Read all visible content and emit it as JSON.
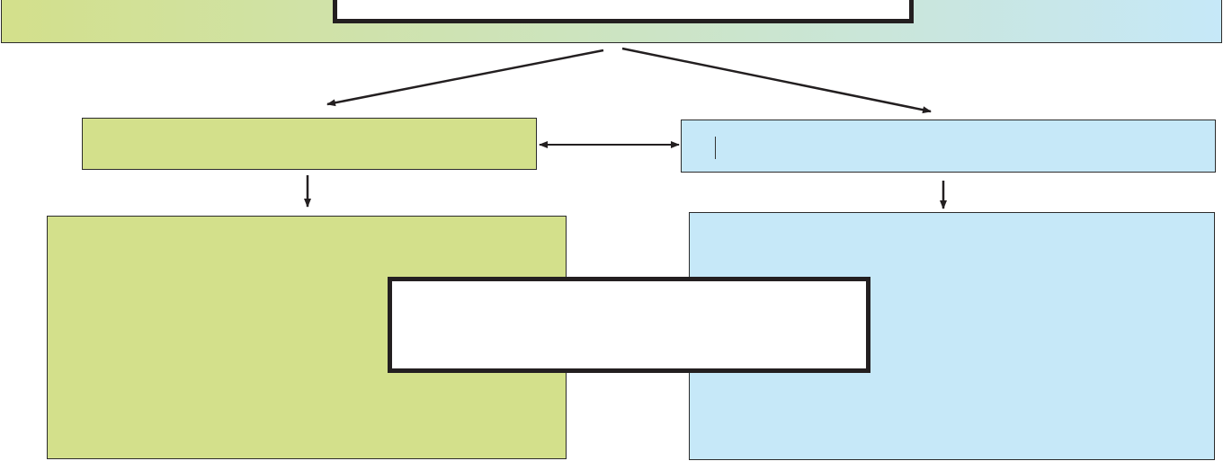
{
  "colors": {
    "green": "#d3e08b",
    "blue": "#c6e8f8",
    "border": "#231f20",
    "white": "#ffffff"
  },
  "boxes": {
    "top_banner": {
      "text": ""
    },
    "top_title": {
      "text": ""
    },
    "left_header": {
      "text": ""
    },
    "right_header": {
      "text": ""
    },
    "left_body": {
      "text": ""
    },
    "right_body": {
      "text": ""
    },
    "center_box": {
      "text": ""
    }
  },
  "connectors": [
    {
      "from": "top_banner",
      "to": "left_header",
      "kind": "arrow"
    },
    {
      "from": "top_banner",
      "to": "right_header",
      "kind": "arrow"
    },
    {
      "from": "left_header",
      "to": "right_header",
      "kind": "double-arrow"
    },
    {
      "from": "left_header",
      "to": "left_body",
      "kind": "arrow"
    },
    {
      "from": "right_header",
      "to": "right_body",
      "kind": "arrow"
    }
  ]
}
